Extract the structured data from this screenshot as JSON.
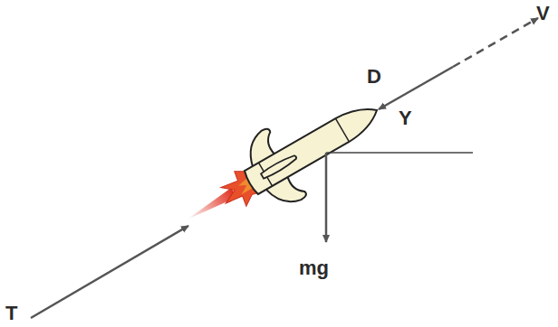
{
  "diagram": {
    "labels": [
      "V",
      "D",
      "Y",
      "mg",
      "T"
    ]
  }
}
